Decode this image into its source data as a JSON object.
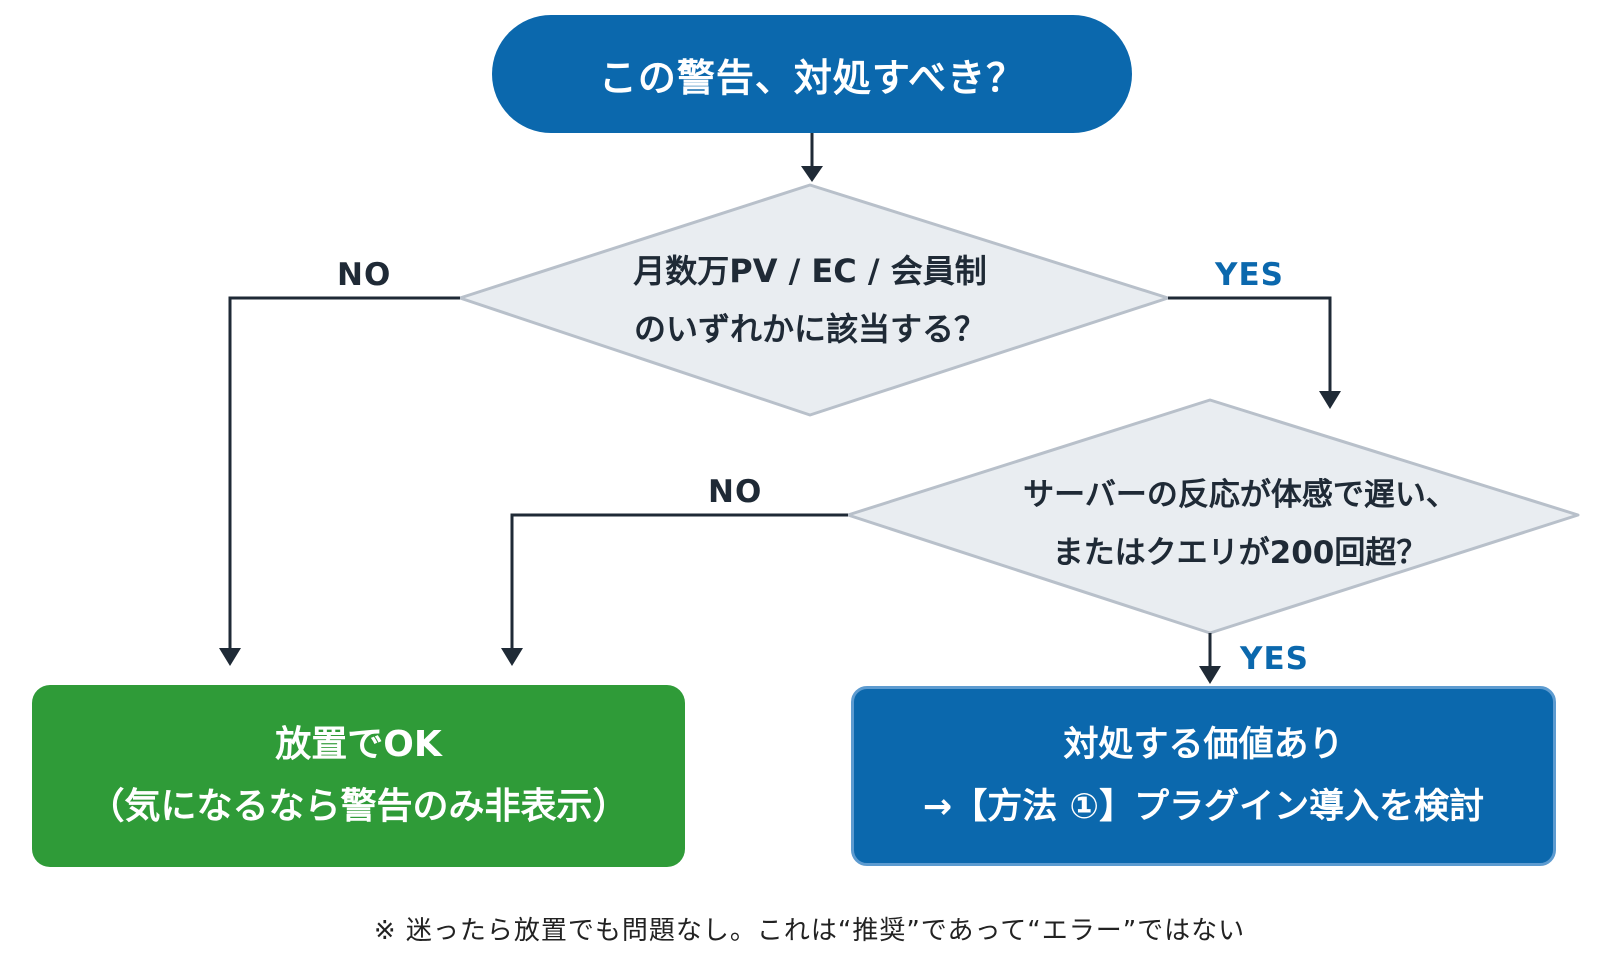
{
  "start": {
    "text": "この警告、対処すべき？"
  },
  "decision1": {
    "line1": "月数万PV / EC / 会員制",
    "line2": "のいずれかに該当する？",
    "no_label": "NO",
    "yes_label": "YES"
  },
  "decision2": {
    "line1": "サーバーの反応が体感で遅い、",
    "line2": "またはクエリが200回超？",
    "no_label": "NO",
    "yes_label": "YES"
  },
  "ignore_box": {
    "line1": "放置でOK",
    "line2": "（気になるなら警告のみ非表示）"
  },
  "action_box": {
    "line1": "対処する価値あり",
    "line2": "→【方法 ①】プラグイン導入を検討"
  },
  "footnote": "※ 迷ったら放置でも問題なし。これは“推奨”であって“エラー”ではない",
  "colors": {
    "primary_blue": "#0b68ad",
    "ok_green": "#2f9b38",
    "diamond_fill": "#e9edf1",
    "diamond_border": "#b8c0ca",
    "line": "#1f2a36"
  }
}
